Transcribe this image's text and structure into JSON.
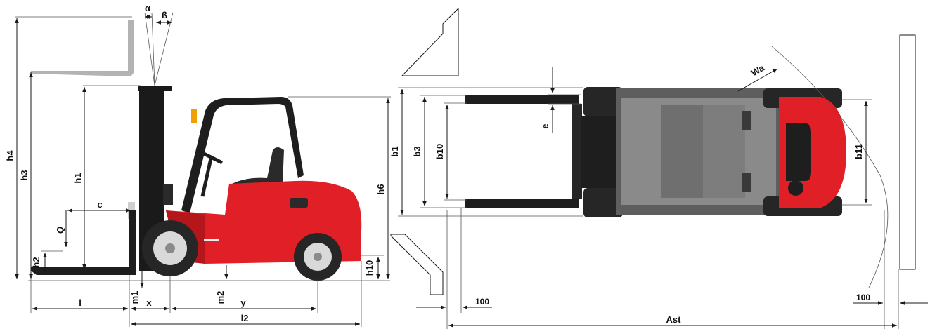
{
  "side_view": {
    "labels": {
      "h4": "h4",
      "h3": "h3",
      "h1": "h1",
      "h2": "h2",
      "h6": "h6",
      "h10": "h10",
      "c": "c",
      "Q": "Q",
      "alpha": "α",
      "beta": "ß",
      "l": "l",
      "m1": "m1",
      "x": "x",
      "m2": "m2",
      "y": "y",
      "l2": "l2"
    }
  },
  "top_view": {
    "labels": {
      "b1": "b1",
      "b3": "b3",
      "b10": "b10",
      "e": "e",
      "b11": "b11",
      "Wa": "Wa",
      "clearance_left": "100",
      "clearance_right": "100",
      "Ast": "Ast"
    }
  },
  "colors": {
    "body_red": "#e01f26",
    "dark_red": "#b5161c",
    "frame_black": "#1e1e1e",
    "mast_black": "#1a1a1a",
    "fork_grey": "#b3b3b3",
    "tire_black": "#262626",
    "rim_grey": "#d9d9d9",
    "top_grey": "#5e5e5e",
    "top_light": "#8a8a8a"
  }
}
